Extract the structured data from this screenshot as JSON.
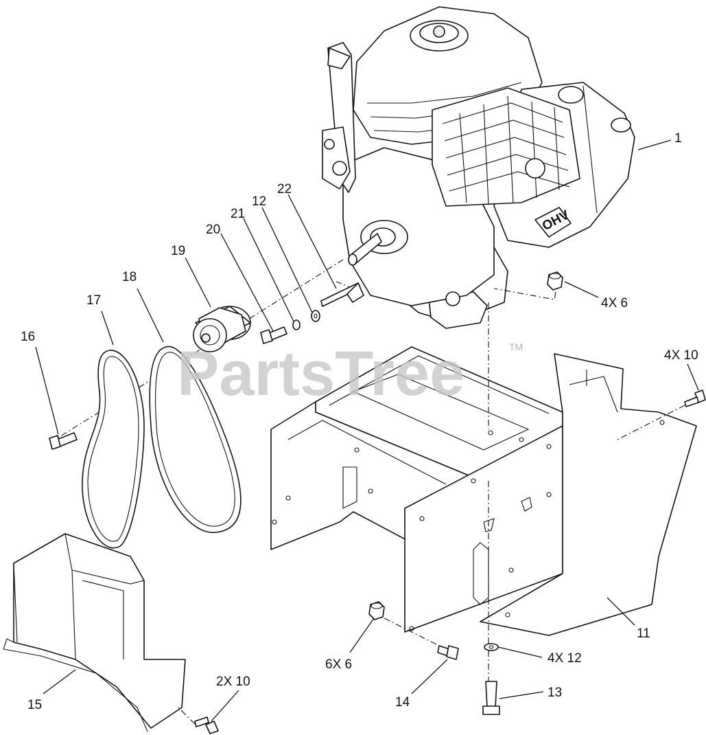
{
  "watermark": {
    "text": "PartsTree",
    "trademark": "TM"
  },
  "callouts": {
    "c1": "1",
    "c4x6": "4X 6",
    "c4x10": "4X 10",
    "c22": "22",
    "c12": "12",
    "c21": "21",
    "c20": "20",
    "c19": "19",
    "c18": "18",
    "c17": "17",
    "c16": "16",
    "c11": "11",
    "c4x12": "4X 12",
    "c13": "13",
    "c6x6": "6X 6",
    "c14": "14",
    "c2x10": "2X 10",
    "c15": "15"
  },
  "engine": {
    "badge": "OHV"
  }
}
